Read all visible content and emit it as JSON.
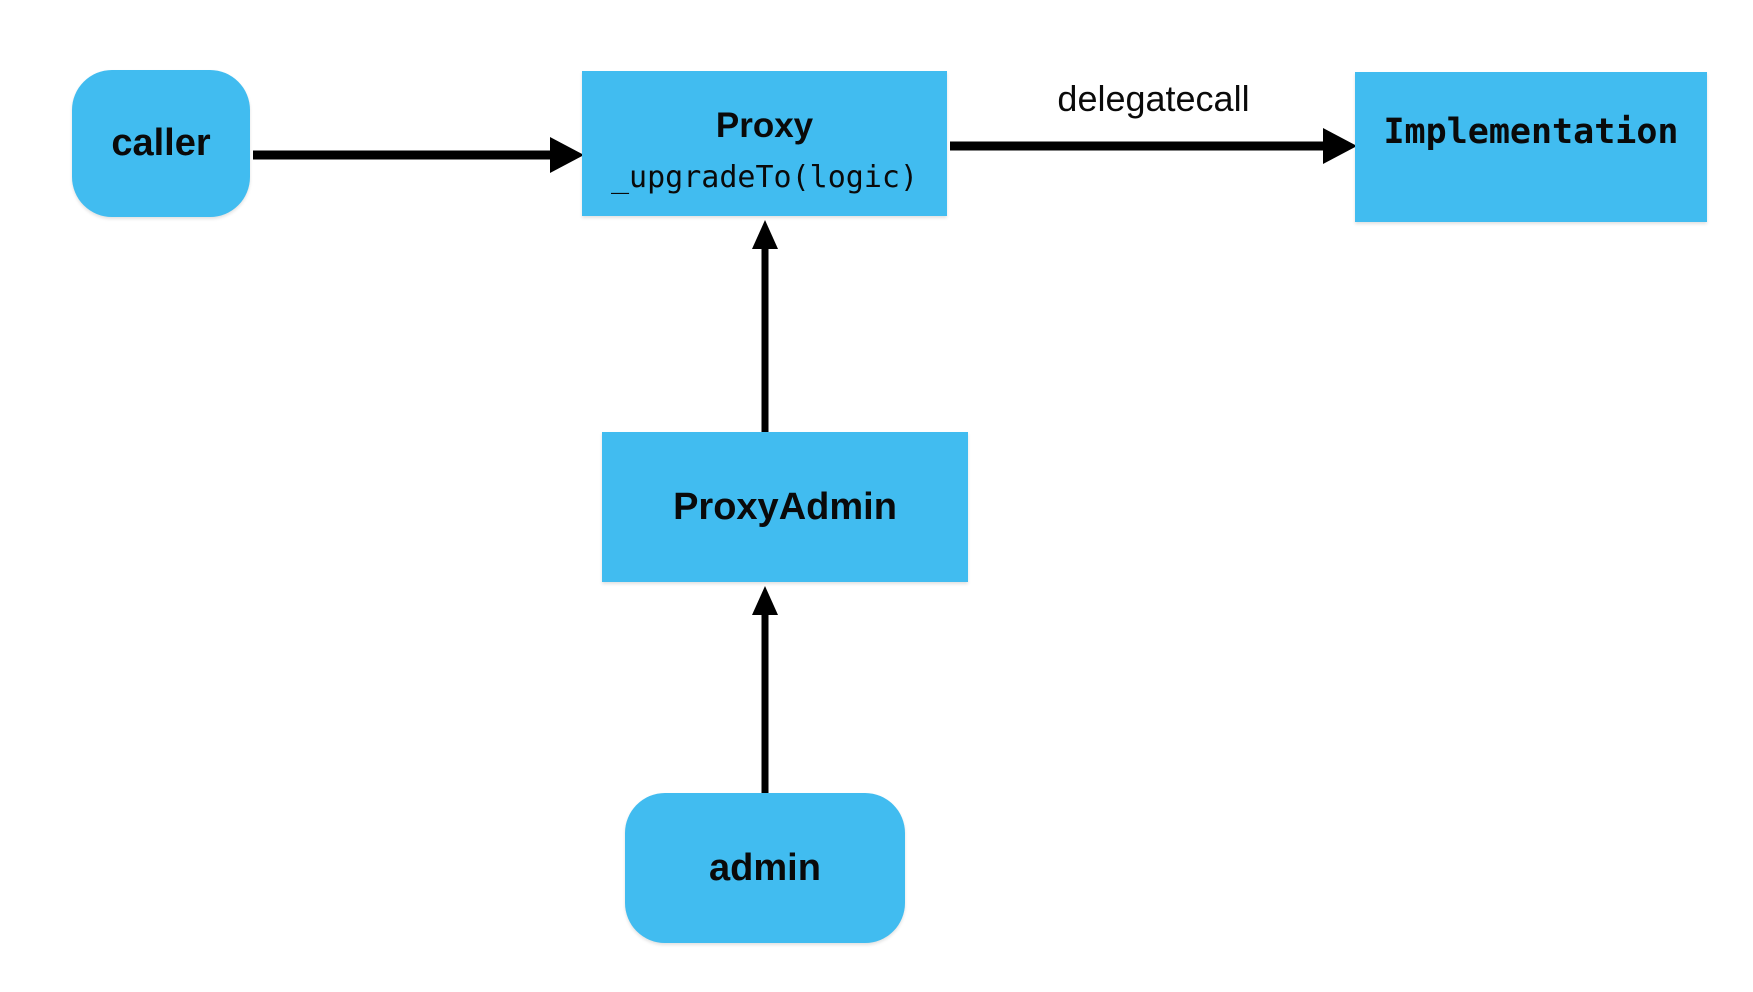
{
  "colors": {
    "background": "#FFFFFF",
    "node_fill": "#41BCF0",
    "text": "#0A0A0A",
    "arrow": "#000000"
  },
  "nodes": {
    "caller": {
      "label": "caller"
    },
    "proxy": {
      "title": "Proxy",
      "subtitle": "_upgradeTo(logic)"
    },
    "implementation": {
      "label": "Implementation"
    },
    "proxy_admin": {
      "label": "ProxyAdmin"
    },
    "admin": {
      "label": "admin"
    }
  },
  "edge_labels": {
    "proxy_to_implementation": "delegatecall"
  }
}
